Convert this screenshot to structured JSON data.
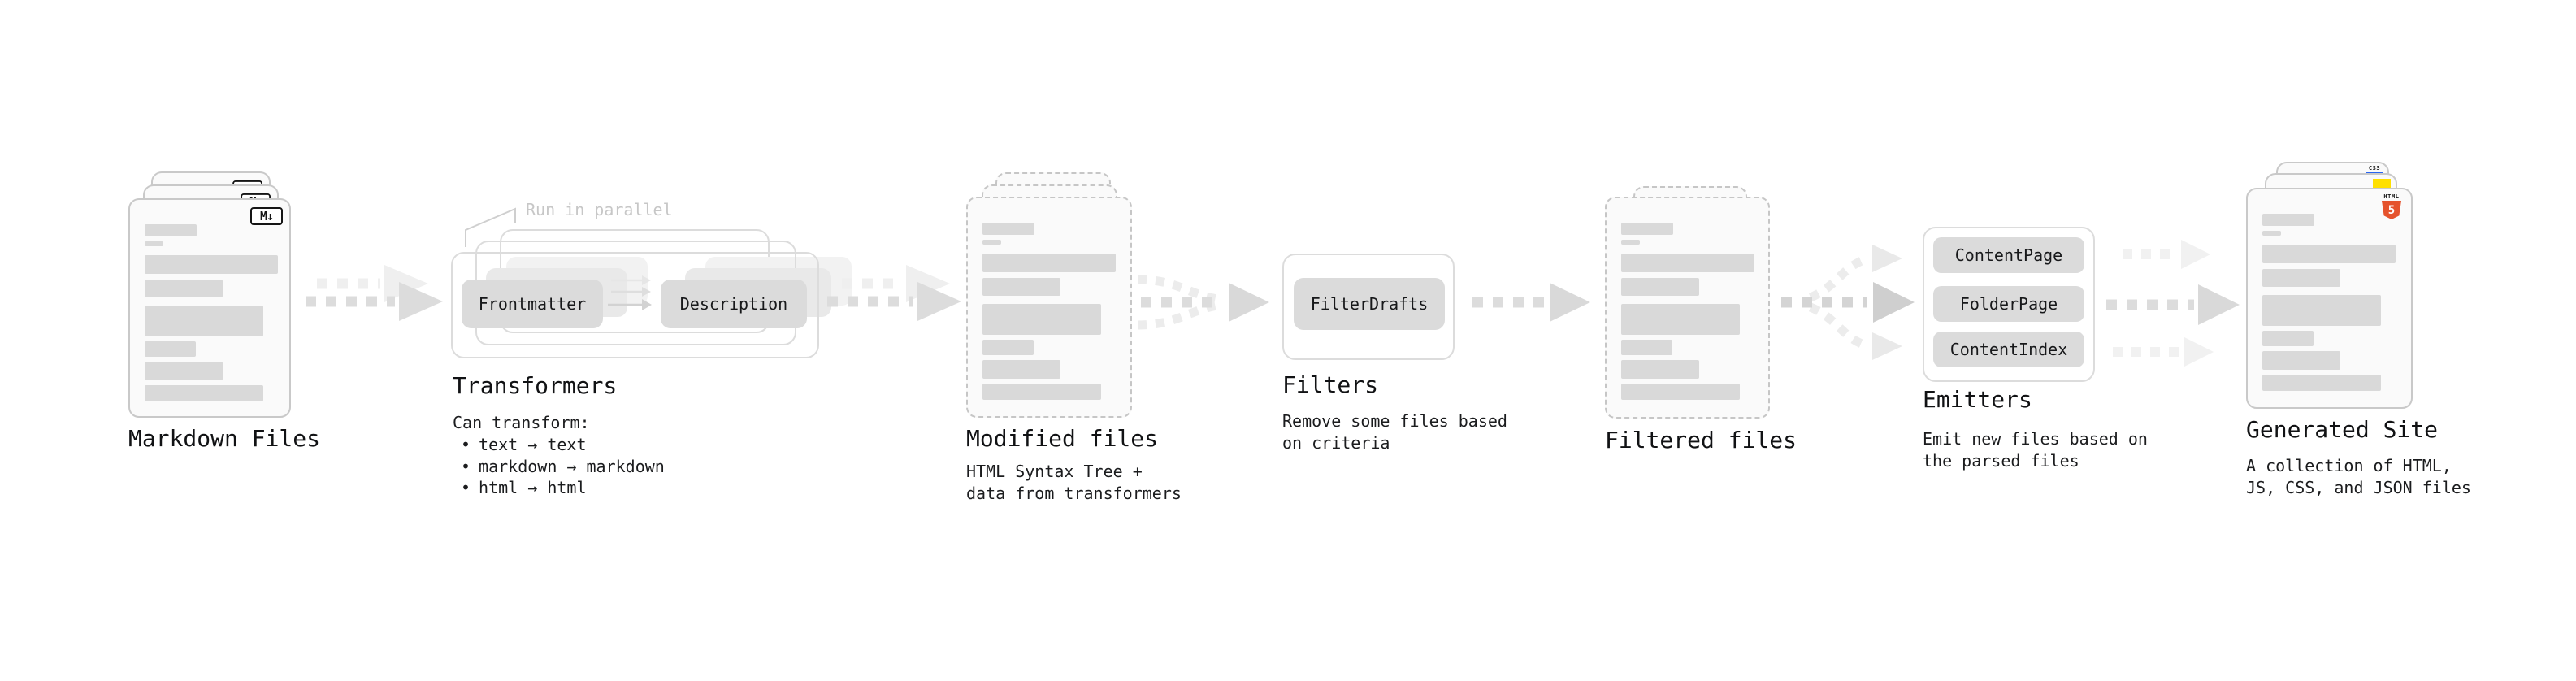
{
  "stages": {
    "markdown": {
      "title": "Markdown Files",
      "badge": "M↓"
    },
    "transformers": {
      "title": "Transformers",
      "annotation": "Run in parallel",
      "pills": [
        "Frontmatter",
        "Description"
      ],
      "desc_heading": "Can transform:",
      "bullet_char": "•",
      "bullets": [
        "text → text",
        "markdown → markdown",
        "html → html"
      ]
    },
    "modified": {
      "title": "Modified files",
      "subtitle": [
        "HTML Syntax Tree +",
        "data from transformers"
      ]
    },
    "filters": {
      "title": "Filters",
      "pill": "FilterDrafts",
      "subtitle": [
        "Remove some files based",
        "on criteria"
      ]
    },
    "filtered": {
      "title": "Filtered files"
    },
    "emitters": {
      "title": "Emitters",
      "pills": [
        "ContentPage",
        "FolderPage",
        "ContentIndex"
      ],
      "subtitle": [
        "Emit new files based on",
        "the parsed files"
      ]
    },
    "generated": {
      "title": "Generated Site",
      "subtitle": [
        "A collection of HTML,",
        "JS, CSS, and JSON files"
      ],
      "badges": {
        "css_label": "CSS",
        "html_label": "HTML",
        "html_number": "5"
      }
    }
  },
  "colors": {
    "html5_orange": "#e5532d",
    "js_yellow": "#ffe000",
    "css_blue": "#2965f1",
    "card_border": "#c9c9c9",
    "pill_fill": "#dbdbdb",
    "arrow_gray": "#dcdcdc"
  }
}
